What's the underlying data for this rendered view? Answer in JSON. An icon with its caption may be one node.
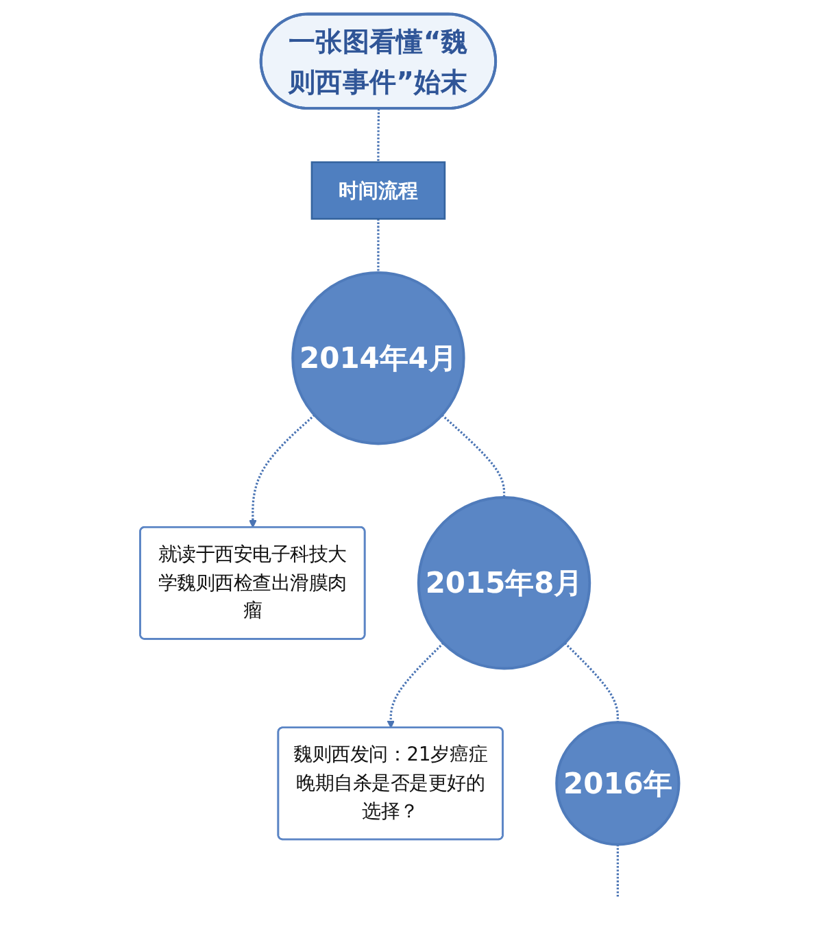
{
  "diagram": {
    "nodes": [
      {
        "text": [
          "一张图看懂“魏则西事件”始末"
        ]
      },
      {
        "text": [
          "时间流程"
        ]
      },
      {
        "text": [
          "2014年4月"
        ]
      },
      {
        "text": [
          "就读于西安电子科技大学魏则西检查出滑膜肉瘤"
        ]
      },
      {
        "text": [
          "2015年8月"
        ]
      },
      {
        "text": [
          "魏则西发问：21岁癌症晚期自杀是否是更好的选择？"
        ]
      },
      {
        "text": [
          "2016年"
        ]
      }
    ],
    "edges": [
      {
        "from": 0,
        "to": 1,
        "arrow": "none",
        "style": "dashed"
      },
      {
        "from": 1,
        "to": 2,
        "arrow": "none",
        "style": "dashed"
      },
      {
        "from": 2,
        "to": 3,
        "arrow": "to",
        "style": "dashed"
      },
      {
        "from": 2,
        "to": 4,
        "arrow": "none",
        "style": "dashed"
      },
      {
        "from": 4,
        "to": 5,
        "arrow": "to",
        "style": "dashed"
      },
      {
        "from": 4,
        "to": 6,
        "arrow": "none",
        "style": "dashed"
      },
      {
        "from": 6,
        "to": null,
        "arrow": "none",
        "style": "dashed"
      }
    ]
  }
}
